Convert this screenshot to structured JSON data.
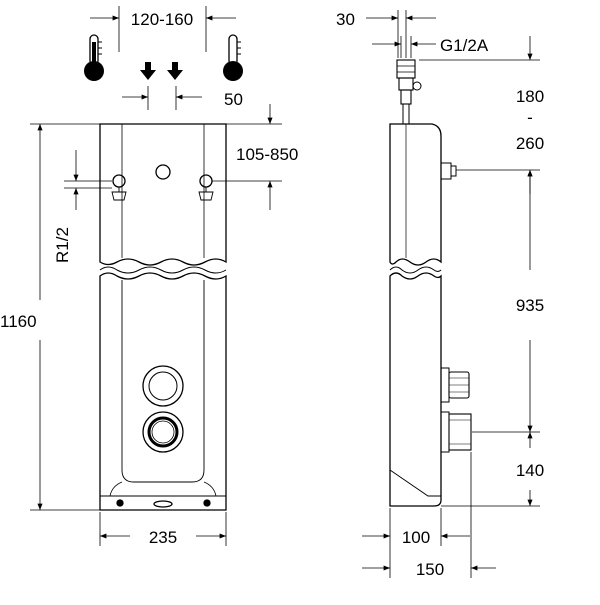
{
  "dimensions": {
    "connection_spacing": "120-160",
    "offset_30": "30",
    "thread_outlet": "G1/2A",
    "spacing_50": "50",
    "upper_height": "105-850",
    "top_range_min": "180",
    "top_range_dash": "-",
    "top_range_max": "260",
    "thread_inlet": "R1/2",
    "height_total": "1160",
    "height_935": "935",
    "height_140": "140",
    "width_front": "235",
    "depth_100": "100",
    "depth_150": "150"
  },
  "icons": {
    "hot": "thermometer-hot-icon",
    "cold": "thermometer-cold-icon",
    "flow": "down-arrow-icon"
  }
}
